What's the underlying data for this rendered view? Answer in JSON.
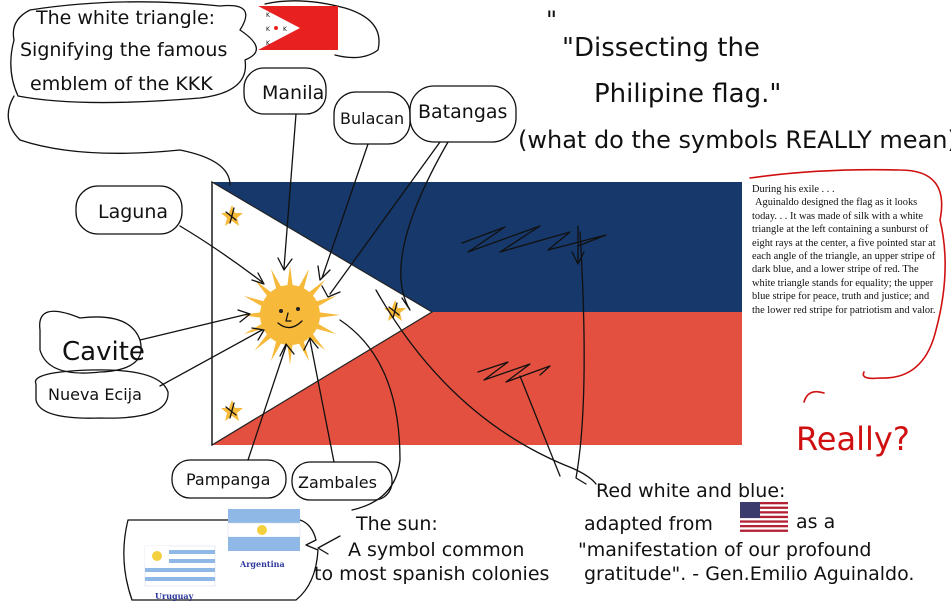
{
  "colors": {
    "flag_blue": "#16386a",
    "flag_red": "#e4503f",
    "flag_white": "#ffffff",
    "sun_yellow": "#f6b93a",
    "ink": "#111111",
    "annotation_red": "#d01010",
    "us_blue": "#3c3b6e",
    "us_red": "#b22234",
    "light_blue_stripe": "#8fb8e6"
  },
  "title": {
    "line1": "\"Dissecting the",
    "line2": "Philipine flag.\"",
    "line3": "(what do the symbols REALLY mean)."
  },
  "triangle_note": {
    "line1": "The white triangle:",
    "line2": "Signifying the famous",
    "line3": "emblem of the KKK"
  },
  "kkk_flag": {
    "letters": [
      "K",
      "K",
      "K",
      "K"
    ]
  },
  "provinces": {
    "manila": "Manila",
    "bulacan": "Bulacan",
    "batangas": "Batangas",
    "laguna": "Laguna",
    "cavite": "Cavite",
    "nueva_ecija": "Nueva Ecija",
    "pampanga": "Pampanga",
    "zambales": "Zambales"
  },
  "quote": {
    "intro": "During his exile . . .",
    "body": "Aguinaldo designed the flag as it looks today. . . It was made of silk with a white triangle at the left containing a sunburst of eight rays at the center, a five pointed star at each angle of the triangle, an upper stripe of dark blue, and a lower stripe of red. The white triangle stands for equality; the upper blue stripe for peace, truth and justice; and the lower red stripe for patriotism and valor."
  },
  "really_note": "Really?",
  "sun_note": {
    "line1": "The sun:",
    "line2": "A symbol common",
    "line3": "to most spanish colonies"
  },
  "rwb_note": {
    "line1": "Red white and blue:",
    "line2a": "adapted from",
    "line2b": "as a",
    "line3": "\"manifestation of our profound",
    "line4": "gratitude\". - Gen.Emilio Aguinaldo."
  },
  "small_flags": {
    "argentina": "Argentina",
    "uruguay": "Uruguay"
  }
}
